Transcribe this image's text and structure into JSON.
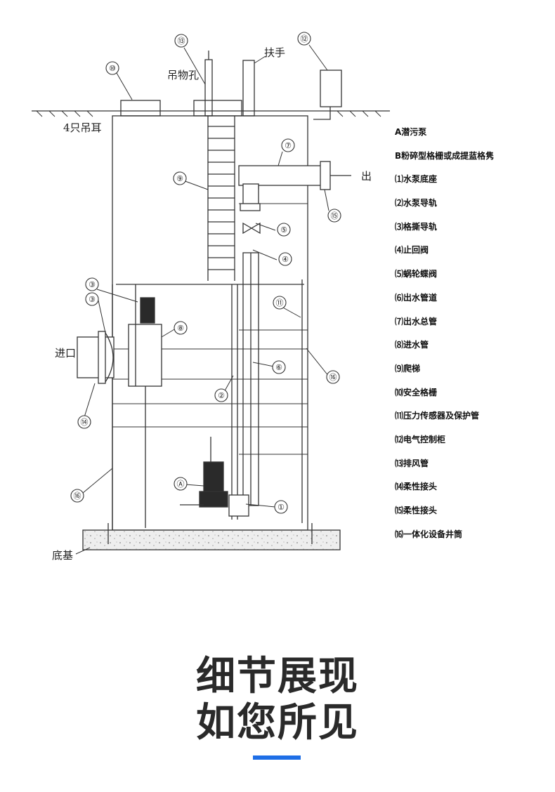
{
  "diagram": {
    "labels": {
      "lift_hole": "吊物孔",
      "handrail": "扶手",
      "lifting_lugs": "4只吊耳",
      "outlet": "出",
      "inlet": "进口",
      "base": "底基"
    },
    "callouts": [
      "⑬",
      "⑫",
      "⑩",
      "⑦",
      "⑨",
      "⑤",
      "⑮",
      "④",
      "③",
      "③",
      "⑪",
      "⑧",
      "⑥",
      "⑯",
      "②",
      "⑭",
      "Ⓐ",
      "①",
      "⑯"
    ]
  },
  "legend": [
    "A潜污泵",
    "B粉碎型格栅或成提蓝格隽",
    "⑴水泵底座",
    "⑵水泵导轨",
    "⑶格撕导轨",
    "⑷止回阀",
    "⑸蜗轮蝶阀",
    "⑹出水管道",
    "⑺出水总管",
    "⑻进水管",
    "⑼爬梯",
    "⑽安全格栅",
    "⑾压力传感器及保护管",
    "⑿电气控制柜",
    "⒀排风管",
    "⒁柔性接头",
    "⒂柔性接头",
    "⒃一体化设备井筒"
  ],
  "headline": {
    "line1": "细节展现",
    "line2": "如您所见"
  },
  "colors": {
    "accent": "#1e6ee6",
    "line": "#333333"
  }
}
